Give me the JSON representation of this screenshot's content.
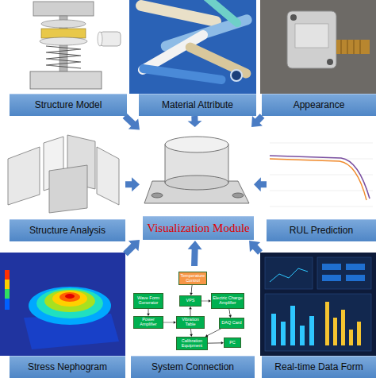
{
  "diagram": {
    "nodes": [
      {
        "text": [
          "Structure Model"
        ]
      },
      {
        "text": [
          "Material Attribute"
        ]
      },
      {
        "text": [
          "Appearance"
        ]
      },
      {
        "text": [
          "Structure Analysis"
        ]
      },
      {
        "text": [
          "Visualization Module"
        ]
      },
      {
        "text": [
          "RUL Prediction"
        ]
      },
      {
        "text": [
          "Stress Nephogram"
        ]
      },
      {
        "text": [
          "System Connection"
        ]
      },
      {
        "text": [
          "Real-time Data Form"
        ]
      },
      {
        "text": [
          "Temperature Control"
        ],
        "in": 7
      },
      {
        "text": [
          "Wave Form Generator"
        ],
        "in": 7
      },
      {
        "text": [
          "VPS"
        ],
        "in": 7
      },
      {
        "text": [
          "Electric Charge Amplifier"
        ],
        "in": 7
      },
      {
        "text": [
          "Power Amplifier"
        ],
        "in": 7
      },
      {
        "text": [
          "Vibration Table"
        ],
        "in": 7
      },
      {
        "text": [
          "DAQ Card"
        ],
        "in": 7
      },
      {
        "text": [
          "Calibration Equipment"
        ],
        "in": 7
      },
      {
        "text": [
          "PC"
        ],
        "in": 7
      }
    ],
    "edges": [
      {
        "from": 0,
        "to": 4,
        "arrow": "to"
      },
      {
        "from": 1,
        "to": 4,
        "arrow": "to"
      },
      {
        "from": 2,
        "to": 4,
        "arrow": "to"
      },
      {
        "from": 3,
        "to": 4,
        "arrow": "to"
      },
      {
        "from": 5,
        "to": 4,
        "arrow": "to"
      },
      {
        "from": 6,
        "to": 4,
        "arrow": "to"
      },
      {
        "from": 7,
        "to": 4,
        "arrow": "to"
      },
      {
        "from": 8,
        "to": 4,
        "arrow": "to"
      },
      {
        "from": 9,
        "to": 11,
        "arrow": "to"
      },
      {
        "from": 10,
        "to": 13,
        "arrow": "to"
      },
      {
        "from": 13,
        "to": 14,
        "arrow": "to"
      },
      {
        "from": 14,
        "to": 11,
        "arrow": "to"
      },
      {
        "from": 11,
        "to": 12,
        "arrow": "to"
      },
      {
        "from": 12,
        "to": 15,
        "arrow": "to"
      },
      {
        "from": 15,
        "to": 16,
        "arrow": "to"
      },
      {
        "from": 14,
        "to": 16,
        "arrow": "to"
      },
      {
        "from": 16,
        "to": 17,
        "arrow": "to"
      }
    ]
  }
}
